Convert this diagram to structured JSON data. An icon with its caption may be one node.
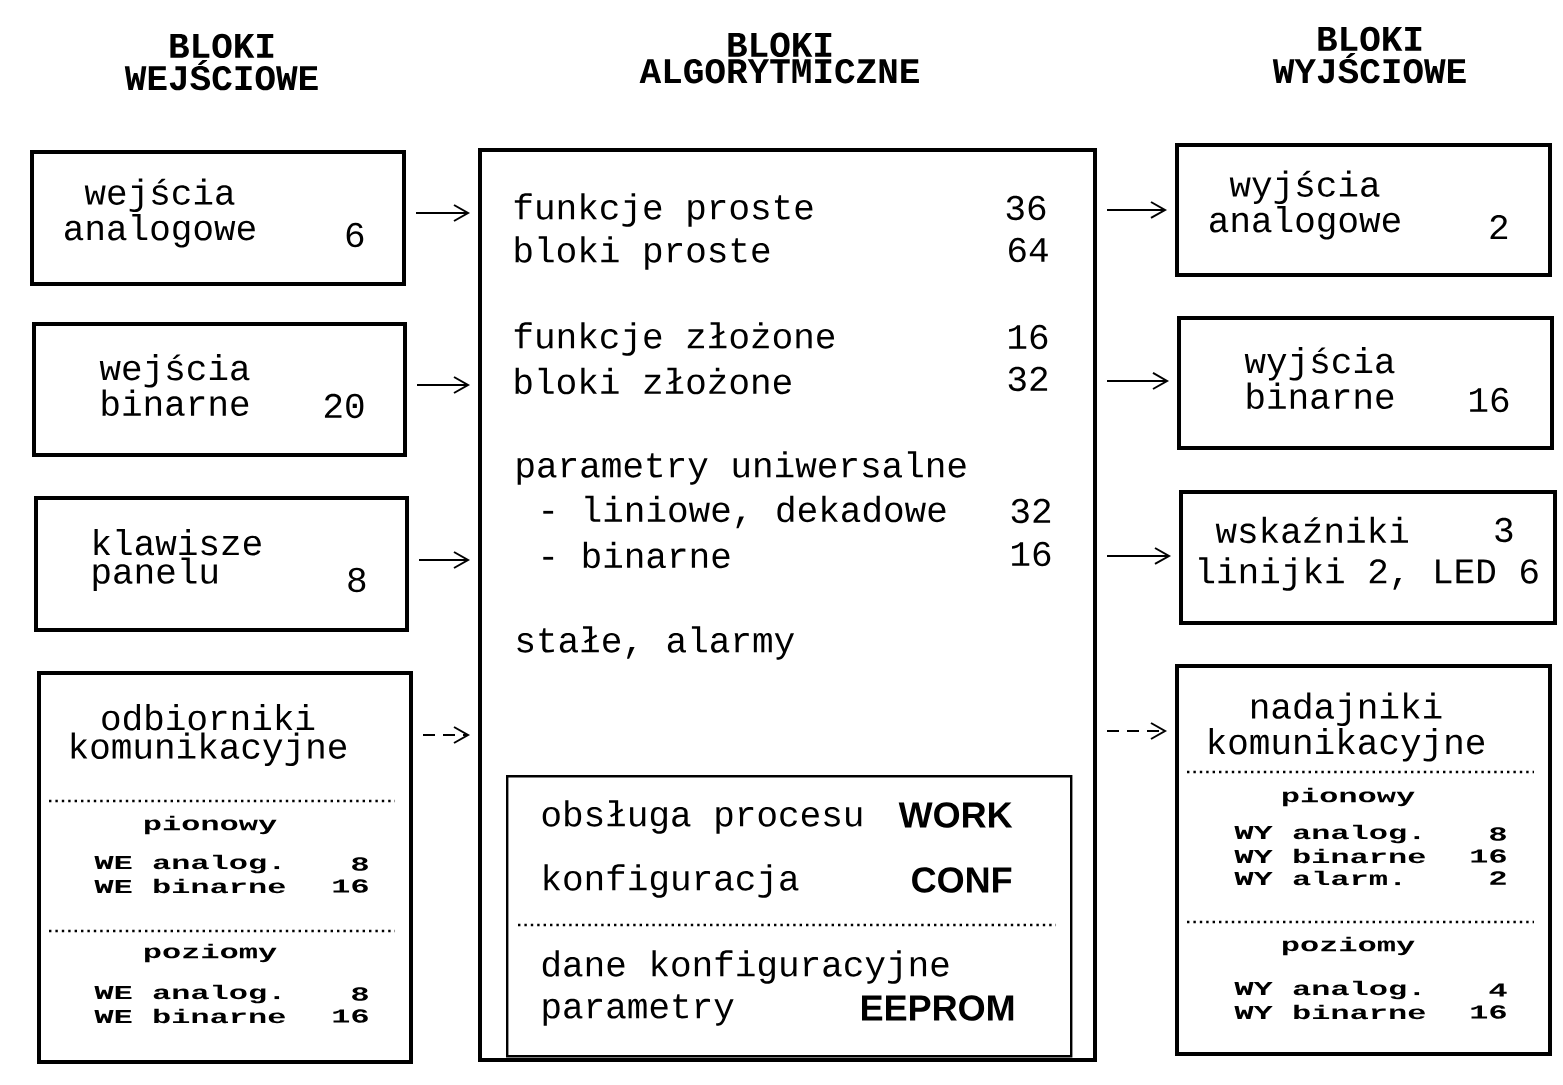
{
  "diagram": {
    "nodes": [
      {
        "text": [
          "wejścia analogowe",
          "6"
        ]
      },
      {
        "text": [
          "wejścia binarne",
          "20"
        ]
      },
      {
        "text": [
          "klawisze panelu",
          "8"
        ]
      },
      {
        "text": [
          "odbiorniki komunikacyjne",
          "pionowy",
          "WE analog.",
          "8",
          "WE binarne",
          "16",
          "poziomy",
          "WE analog.",
          "8",
          "WE binarne",
          "16"
        ]
      },
      {
        "text": [
          "funkcje proste",
          "36",
          "bloki proste",
          "64",
          "funkcje złożone",
          "16",
          "bloki złożone",
          "32",
          "parametry uniwersalne",
          "- liniowe, dekadowe",
          "32",
          "- binarne",
          "16",
          "stałe, alarmy"
        ]
      },
      {
        "text": [
          "obsługa procesu",
          "WORK",
          "konfiguracja",
          "CONF",
          "dane konfiguracyjne",
          "parametry",
          "EEPROM"
        ],
        "in": 4
      },
      {
        "text": [
          "wyjścia analogowe",
          "2"
        ]
      },
      {
        "text": [
          "wyjścia binarne",
          "16"
        ]
      },
      {
        "text": [
          "wskaźniki",
          "3",
          "linijki 2, LED 6"
        ]
      },
      {
        "text": [
          "nadajniki komunikacyjne",
          "pionowy",
          "WY analog.",
          "8",
          "WY binarne",
          "16",
          "WY alarm.",
          "2",
          "poziomy",
          "WY analog.",
          "4",
          "WY binarne",
          "16"
        ]
      }
    ],
    "edges": [
      {
        "from": 0,
        "to": 4,
        "arrow": "to"
      },
      {
        "from": 1,
        "to": 4,
        "arrow": "to"
      },
      {
        "from": 2,
        "to": 4,
        "arrow": "to"
      },
      {
        "from": 3,
        "to": 4,
        "arrow": "to",
        "style": "dashed"
      },
      {
        "from": 4,
        "to": 6,
        "arrow": "to"
      },
      {
        "from": 4,
        "to": 7,
        "arrow": "to"
      },
      {
        "from": 4,
        "to": 8,
        "arrow": "to"
      },
      {
        "from": 4,
        "to": 9,
        "arrow": "to",
        "style": "dashed"
      }
    ],
    "labels": [
      "BLOKI WEJŚCIOWE",
      "BLOKI ALGORYTMICZNE",
      "BLOKI WYJŚCIOWE"
    ]
  }
}
